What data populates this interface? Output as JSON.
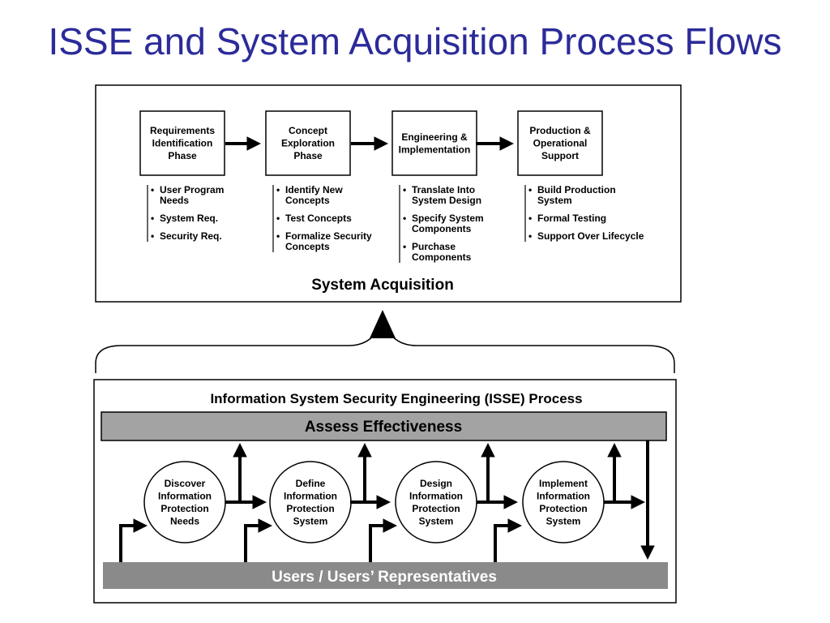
{
  "title": "ISSE and System Acquisition Process Flows",
  "acquisition": {
    "caption": "System Acquisition",
    "phases": [
      {
        "lines": [
          "Requirements",
          "Identification",
          "Phase"
        ],
        "bullets": [
          [
            "User Program",
            "Needs"
          ],
          [
            "System Req."
          ],
          [
            "Security Req."
          ]
        ]
      },
      {
        "lines": [
          "Concept",
          "Exploration",
          "Phase"
        ],
        "bullets": [
          [
            "Identify New",
            "Concepts"
          ],
          [
            "Test Concepts"
          ],
          [
            "Formalize Security",
            "Concepts"
          ]
        ]
      },
      {
        "lines": [
          "Engineering &",
          "Implementation"
        ],
        "bullets": [
          [
            "Translate Into",
            "System Design"
          ],
          [
            "Specify System",
            "Components"
          ],
          [
            "Purchase",
            "Components"
          ]
        ]
      },
      {
        "lines": [
          "Production &",
          "Operational",
          "Support"
        ],
        "bullets": [
          [
            "Build Production",
            "System"
          ],
          [
            "Formal Testing"
          ],
          [
            "Support Over Lifecycle"
          ]
        ]
      }
    ]
  },
  "isse": {
    "title": "Information System Security Engineering (ISSE) Process",
    "assess_label": "Assess Effectiveness",
    "users_label": "Users / Users’ Representatives",
    "steps": [
      {
        "lines": [
          "Discover",
          "Information",
          "Protection",
          "Needs"
        ]
      },
      {
        "lines": [
          "Define",
          "Information",
          "Protection",
          "System"
        ]
      },
      {
        "lines": [
          "Design",
          "Information",
          "Protection",
          "System"
        ]
      },
      {
        "lines": [
          "Implement",
          "Information",
          "Protection",
          "System"
        ]
      }
    ]
  },
  "colors": {
    "title": "#2b2b9a",
    "assess_bar": "#a3a3a3",
    "users_bar": "#8a8a8a",
    "users_text": "#ffffff"
  }
}
